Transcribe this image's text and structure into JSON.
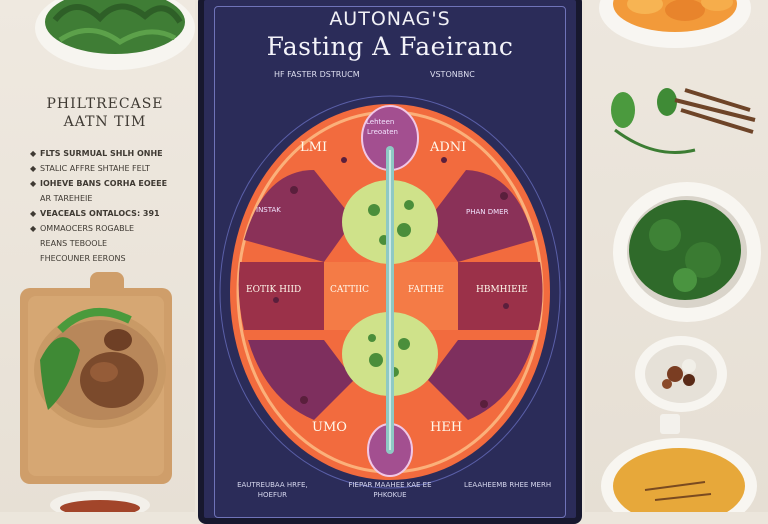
{
  "poster": {
    "brand": "AUTONAG'S",
    "title": "Fasting A Faeiranc",
    "subheadings": [
      "HF FASTER DSTRUCM",
      "VSTONBNC"
    ],
    "center_top_label": "Lehteen",
    "center_top_sub": "Lreoaten",
    "labels": {
      "upper_left": "LMI",
      "upper_right": "ADNI",
      "mid_left": "EOTIK HIID",
      "mid_center": "CATTIIC",
      "mid_center_right": "FAITHE",
      "mid_right": "HBMHIEIE",
      "lower_left": "UMO",
      "lower_right": "HEH",
      "upper_right_inner": "PHAN DMER",
      "upper_left_inner": "INSTAK"
    },
    "footer": [
      "EAUTREUBAA HRFE, HOEFUR",
      "FIEPAR MAAHEE KAE EE PHKOKUE",
      "LEAAHEEMB RHEE MERH"
    ],
    "colors": {
      "background": "#2b2c59",
      "outer_ring": "#f26b3e",
      "plum": "#8a3158",
      "lime": "#cfe28a",
      "spine": "#8fc9c4"
    }
  },
  "sidebar": {
    "heading_line1": "PHILTRECASE",
    "heading_line2": "AATN TIM",
    "items": [
      "FLTS SURMUAL SHLH ONHE",
      "STALIC AFFRE SHTAHE FELT",
      "IOHEVE BANS CORHA EOEEE",
      "AR TAREHEIE",
      "VEACEALS ONTALOCS: 391",
      "OMMAOCERS ROGABLE",
      "REANS TEBOOLE",
      "FHECOUNER EERONS"
    ]
  },
  "icons": [
    "leafy-greens-bowl-icon",
    "roasted-squash-bowl-icon",
    "herb-sprig-icon",
    "spinach-bowl-icon",
    "spice-dish-icon",
    "broth-bowl-icon",
    "meatball-plate-icon",
    "cutting-board-icon"
  ]
}
